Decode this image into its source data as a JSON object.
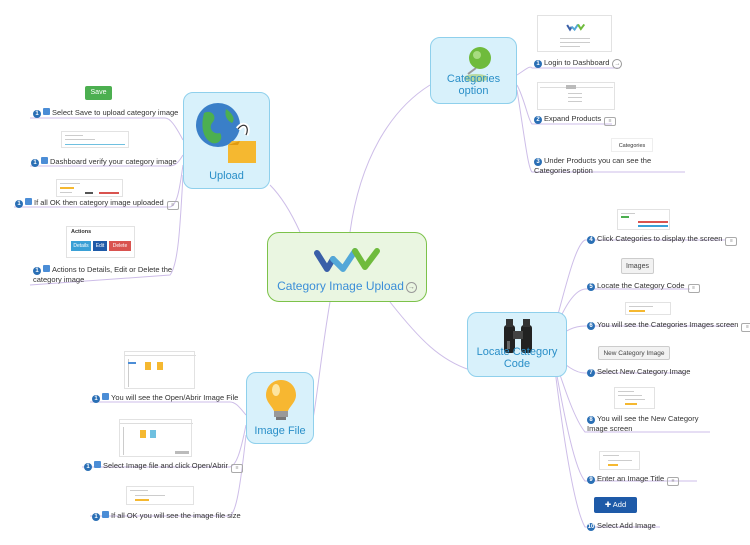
{
  "center": {
    "title": "Category Image Upload"
  },
  "topics": {
    "categories": {
      "label": "Categories option"
    },
    "upload": {
      "label": "Upload"
    },
    "locate": {
      "label": "Locate Category Code"
    },
    "image_file": {
      "label": "Image File"
    }
  },
  "categories_items": [
    {
      "num": "1",
      "text": "Login to Dashboard"
    },
    {
      "num": "2",
      "text": "Expand Products"
    },
    {
      "num": "3",
      "text": "Under Products you can see the Categories option"
    }
  ],
  "categories_thumb_text": "Categories",
  "upload_items": [
    {
      "num": "1",
      "text": "Select Save to upload category image"
    },
    {
      "num": "1",
      "text": "Dashboard verify your category image"
    },
    {
      "num": "1",
      "text": "If all OK then category image uploaded"
    },
    {
      "num": "1",
      "text": "Actions to Details, Edit or Delete the category image"
    }
  ],
  "upload_ui": {
    "save": "Save",
    "actions": "Actions",
    "details": "Details",
    "edit": "Edit",
    "delete": "Delete"
  },
  "locate_items": [
    {
      "num": "4",
      "text": "Click Categories to display the screen"
    },
    {
      "num": "5",
      "text": "Locate the Category Code"
    },
    {
      "num": "6",
      "text": "You will see the Categories Images screen"
    },
    {
      "num": "7",
      "text": "Select New Category Image"
    },
    {
      "num": "8",
      "text": "You will see the New Category Image screen"
    },
    {
      "num": "9",
      "text": "Enter an Image Title"
    },
    {
      "num": "10",
      "text": "Select Add Image"
    }
  ],
  "locate_ui": {
    "images": "Images",
    "new_category_image": "New Category Image",
    "add_image": "Add Image"
  },
  "image_file_items": [
    {
      "num": "1",
      "text": "You will see the Open/Abrir Image File"
    },
    {
      "num": "1",
      "text": "Select Image file and click Open/Abrir"
    },
    {
      "num": "1",
      "text": "If all OK you will see the image file size"
    }
  ],
  "colors": {
    "topic_fill": "#d8f1fb",
    "center_fill": "#eaf6e1",
    "link": "#c9b8e6",
    "accent_blue": "#2a8fc8"
  }
}
